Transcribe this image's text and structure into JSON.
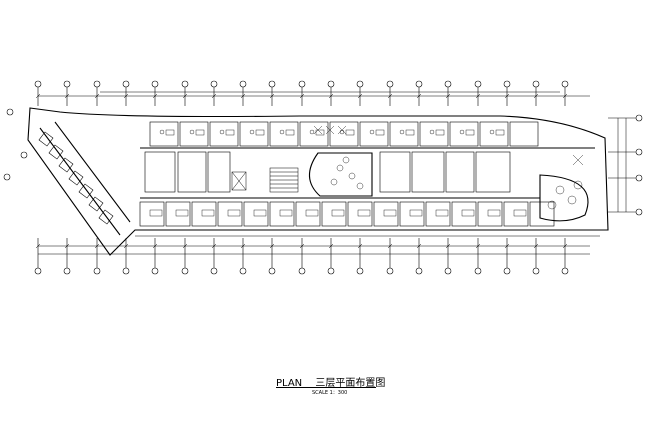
{
  "title": {
    "en": "PLAN",
    "zh": "三层平面布置图"
  },
  "scale": "SCALE 1：300",
  "colors": {
    "ink": "#000000",
    "paper": "#ffffff"
  }
}
